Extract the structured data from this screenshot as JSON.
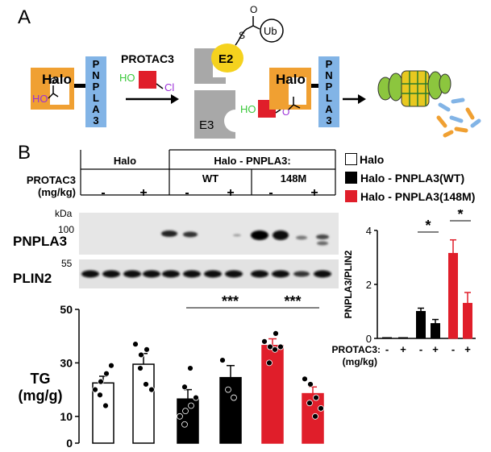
{
  "panel_a": {
    "label": "A",
    "halo_label": "Halo",
    "pnpla3_label": "PNPLA3",
    "protac_label": "PROTAC3",
    "ho_label": "HO",
    "cl_label": "Cl",
    "e2_label": "E2",
    "e3_label": "E3",
    "ub_label": "Ub",
    "s_label": "S",
    "o_label": "O",
    "colors": {
      "halo": "#f0a032",
      "pnpla3": "#82b4e6",
      "protac_red": "#e01e2a",
      "e2_yellow": "#f5d21e",
      "e3_gray": "#a8a8a8",
      "ho_green": "#3cc83c",
      "o_purple": "#9b30d8"
    }
  },
  "panel_b": {
    "label": "B",
    "header": {
      "halo_group": "Halo",
      "halo_pnpla3_group": "Halo - PNPLA3:",
      "wt": "WT",
      "m148": "148M",
      "protac_row_label": "PROTAC3",
      "dose_unit": "(mg/kg)",
      "lane_signs": [
        "-",
        "+",
        "-",
        "+",
        "-",
        "+"
      ]
    },
    "blot": {
      "kda": "kDa",
      "marker_100": "100",
      "marker_55": "55",
      "row1_label": "PNPLA3",
      "row2_label": "PLIN2"
    },
    "legend": {
      "items": [
        {
          "label": "Halo",
          "color": "#ffffff"
        },
        {
          "label": "Halo - PNPLA3(WT)",
          "color": "#000000"
        },
        {
          "label": "Halo - PNPLA3(148M)",
          "color": "#e01e2a"
        }
      ]
    }
  },
  "chart_data": [
    {
      "type": "bar",
      "ylabel": "TG (mg/g)",
      "ylim": [
        0,
        50
      ],
      "yticks": [
        "0",
        "10",
        "30",
        "50"
      ],
      "categories": [
        "Halo -",
        "Halo +",
        "WT -",
        "WT +",
        "148M -",
        "148M +"
      ],
      "values": [
        22.5,
        29.5,
        16.5,
        24.5,
        36.5,
        18.5
      ],
      "errors": [
        2.5,
        4.0,
        3.5,
        4.5,
        2.5,
        2.5
      ],
      "bar_colors": [
        "#ffffff",
        "#ffffff",
        "#000000",
        "#000000",
        "#e01e2a",
        "#e01e2a"
      ],
      "points": [
        [
          20,
          23,
          26,
          18,
          14,
          29
        ],
        [
          37,
          33,
          35,
          28,
          22,
          20
        ],
        [
          10,
          12,
          14,
          21,
          28,
          17,
          7
        ],
        [
          31,
          20,
          17
        ],
        [
          38,
          36,
          41,
          30,
          35,
          36
        ],
        [
          24,
          22,
          17,
          15,
          10,
          13
        ]
      ],
      "significance": [
        {
          "label": "***",
          "from": 2,
          "to": 4
        },
        {
          "label": "***",
          "from": 4,
          "to": 5
        }
      ]
    },
    {
      "type": "bar",
      "ylabel": "PNPLA3/PLIN2",
      "ylim": [
        0,
        4
      ],
      "yticks": [
        "0",
        "2",
        "4"
      ],
      "xlabel": "PROTAC3:",
      "x_unit": "(mg/kg)",
      "categories": [
        "-",
        "+",
        "-",
        "+",
        "-",
        "+"
      ],
      "values": [
        0.03,
        0.03,
        1.0,
        0.55,
        3.15,
        1.3
      ],
      "errors": [
        0,
        0,
        0.12,
        0.15,
        0.5,
        0.4
      ],
      "bar_colors": [
        "#ffffff",
        "#ffffff",
        "#000000",
        "#000000",
        "#e01e2a",
        "#e01e2a"
      ],
      "significance": [
        {
          "label": "*",
          "from": 2,
          "to": 3
        },
        {
          "label": "*",
          "from": 4,
          "to": 5
        }
      ]
    }
  ]
}
